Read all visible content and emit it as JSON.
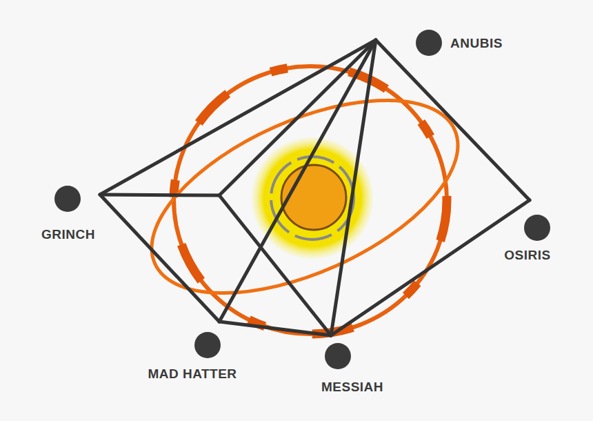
{
  "diagram": {
    "nodes": [
      {
        "text": [
          "ANUBIS"
        ]
      },
      {
        "text": [
          "GRINCH"
        ]
      },
      {
        "text": [
          "OSIRIS"
        ]
      },
      {
        "text": [
          "MAD HATTER"
        ]
      },
      {
        "text": [
          "MESSIAH"
        ]
      }
    ]
  }
}
